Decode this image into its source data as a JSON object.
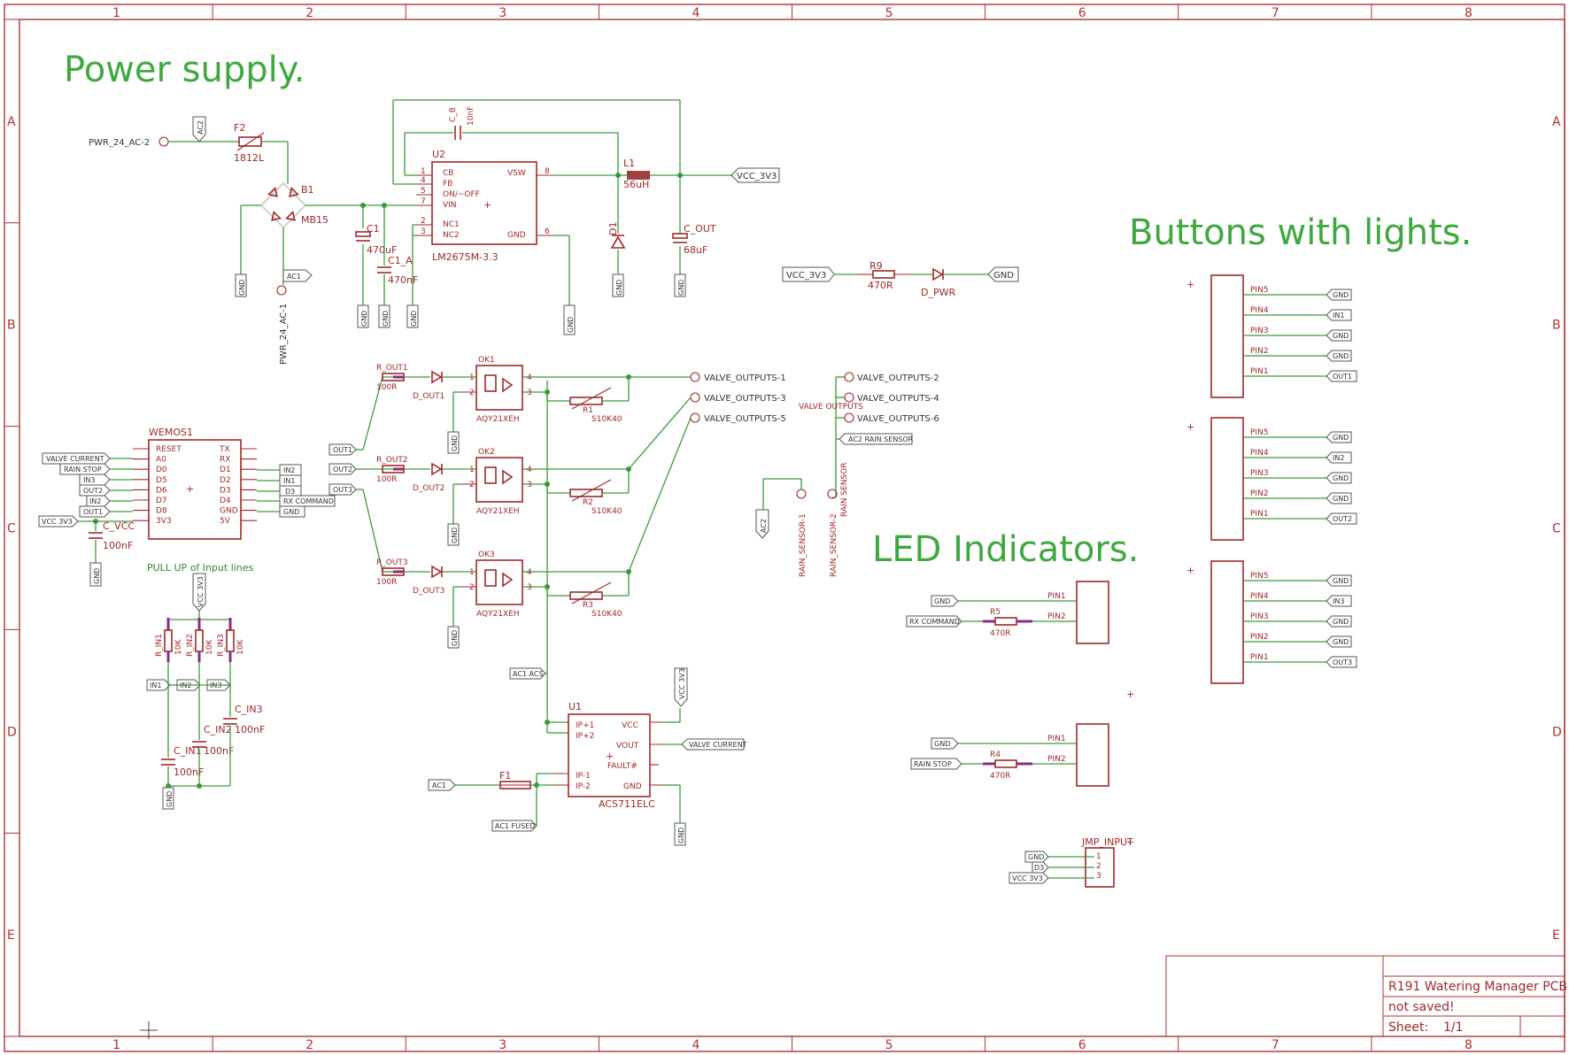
{
  "sections": {
    "power": "Power supply.",
    "buttons": "Buttons with lights.",
    "leds": "LED Indicators."
  },
  "notes": {
    "pullup": "PULL UP of Input lines"
  },
  "title_block": {
    "title": "R191 Watering Manager PCB",
    "status": "not saved!",
    "sheet_label": "Sheet:",
    "sheet_value": "1/1"
  },
  "grid": {
    "columns": [
      "1",
      "2",
      "3",
      "4",
      "5",
      "6",
      "7",
      "8"
    ],
    "rows": [
      "A",
      "B",
      "C",
      "D",
      "E"
    ]
  },
  "parts": {
    "f2": {
      "ref": "F2",
      "value": "1812L"
    },
    "b1": {
      "ref": "B1",
      "value": "MB15"
    },
    "c1": {
      "ref": "C1",
      "value": "470uF"
    },
    "c1a": {
      "ref": "C1_A",
      "value": "470nF"
    },
    "cb": {
      "ref": "C_B",
      "value": "10nF"
    },
    "u2": {
      "ref": "U2",
      "value": "LM2675M-3.3",
      "pins": [
        "CB",
        "FB",
        "ON/~OFF",
        "VIN",
        "NC1",
        "NC2",
        "VSW",
        "GND"
      ],
      "pin_nums": [
        "1",
        "4",
        "5",
        "7",
        "2",
        "3",
        "8",
        "6"
      ]
    },
    "l1": {
      "ref": "L1",
      "value": "56uH"
    },
    "d1": {
      "ref": "D1"
    },
    "cout": {
      "ref": "C_OUT",
      "value": "68uF"
    },
    "r9": {
      "ref": "R9",
      "value": "470R"
    },
    "dpwr": {
      "ref": "D_PWR"
    },
    "wemos": {
      "ref": "WEMOS1",
      "left": [
        "RESET",
        "A0",
        "D0",
        "D5",
        "D6",
        "D7",
        "D8",
        "3V3"
      ],
      "right": [
        "TX",
        "RX",
        "D1",
        "D2",
        "D3",
        "D4",
        "GND",
        "5V"
      ]
    },
    "cvcc": {
      "ref": "C_VCC",
      "value": "100nF"
    },
    "rout1": {
      "ref": "R_OUT1",
      "value": "100R"
    },
    "rout2": {
      "ref": "R_OUT2",
      "value": "100R"
    },
    "rout3": {
      "ref": "R_OUT3",
      "value": "100R"
    },
    "dout1": {
      "ref": "D_OUT1"
    },
    "dout2": {
      "ref": "D_OUT2"
    },
    "dout3": {
      "ref": "D_OUT3"
    },
    "ok1": {
      "ref": "OK1",
      "value": "AQY21XEH"
    },
    "ok2": {
      "ref": "OK2",
      "value": "AQY21XEH"
    },
    "ok3": {
      "ref": "OK3",
      "value": "AQY21XEH"
    },
    "r1": {
      "ref": "R1",
      "value": "S10K40"
    },
    "r2": {
      "ref": "R2",
      "value": "S10K40"
    },
    "r3": {
      "ref": "R3",
      "value": "S10K40"
    },
    "rin1": {
      "ref": "R_IN1",
      "value": "10K"
    },
    "rin2": {
      "ref": "R_IN2",
      "value": "10K"
    },
    "rin3": {
      "ref": "R_IN3",
      "value": "10K"
    },
    "cin1": {
      "ref": "C_IN1",
      "value": "100nF"
    },
    "cin2": {
      "ref": "C_IN2",
      "value": "100nF"
    },
    "cin3": {
      "ref": "C_IN3",
      "value": "100nF"
    },
    "u1": {
      "ref": "U1",
      "value": "ACS711ELC",
      "pins": [
        "IP+1",
        "IP+2",
        "IP-1",
        "IP-2",
        "VCC",
        "VOUT",
        "FAULT#",
        "GND"
      ]
    },
    "f1": {
      "ref": "F1"
    },
    "r5": {
      "ref": "R5",
      "value": "470R"
    },
    "r4": {
      "ref": "R4",
      "value": "470R"
    },
    "jmp": {
      "ref": "JMP_INPUT",
      "pins": [
        "1",
        "2",
        "3"
      ]
    }
  },
  "nets": {
    "pwr_ac2": "PWR_24_AC-2",
    "pwr_ac1": "PWR_24_AC-1",
    "ac2": "AC2",
    "ac1": "AC1",
    "gnd": "GND",
    "vcc3v3": "VCC_3V3",
    "valve_out1": "VALVE_OUTPUTS-1",
    "valve_out2": "VALVE_OUTPUTS-2",
    "valve_out3": "VALVE_OUTPUTS-3",
    "valve_out4": "VALVE_OUTPUTS-4",
    "valve_out5": "VALVE_OUTPUTS-5",
    "valve_out6": "VALVE_OUTPUTS-6",
    "valve_outputs": "VALVE OUTPUTS",
    "ac2_rain": "AC2 RAIN SENSOR",
    "rain1": "RAIN_SENSOR-1",
    "rain2": "RAIN_SENSOR-2",
    "rain": "RAIN SENSOR",
    "valve_current": "VALVE CURRENT",
    "rain_stop": "RAIN STOP",
    "out1": "OUT1",
    "out2": "OUT2",
    "out3": "OUT3",
    "in1": "IN1",
    "in2": "IN2",
    "in3": "IN3",
    "rx_command": "RX COMMAND",
    "vcc_3v3_sm": "VCC 3V3",
    "ac1_acs": "AC1 ACS",
    "ac1_fused": "AC1 FUSED",
    "d3": "D3"
  },
  "buttons": [
    {
      "pins": [
        "PIN5",
        "PIN4",
        "PIN3",
        "PIN2",
        "PIN1"
      ],
      "nets": [
        "GND",
        "IN1",
        "GND",
        "GND",
        "OUT1"
      ]
    },
    {
      "pins": [
        "PIN5",
        "PIN4",
        "PIN3",
        "PIN2",
        "PIN1"
      ],
      "nets": [
        "GND",
        "IN2",
        "GND",
        "GND",
        "OUT2"
      ]
    },
    {
      "pins": [
        "PIN5",
        "PIN4",
        "PIN3",
        "PIN2",
        "PIN1"
      ],
      "nets": [
        "GND",
        "IN3",
        "GND",
        "GND",
        "OUT3"
      ]
    }
  ],
  "leds": [
    {
      "pins": [
        "PIN1",
        "PIN2"
      ],
      "nets": [
        "GND",
        "RX COMMAND"
      ]
    },
    {
      "pins": [
        "PIN1",
        "PIN2"
      ],
      "nets": [
        "GND",
        "RAIN STOP"
      ]
    }
  ]
}
